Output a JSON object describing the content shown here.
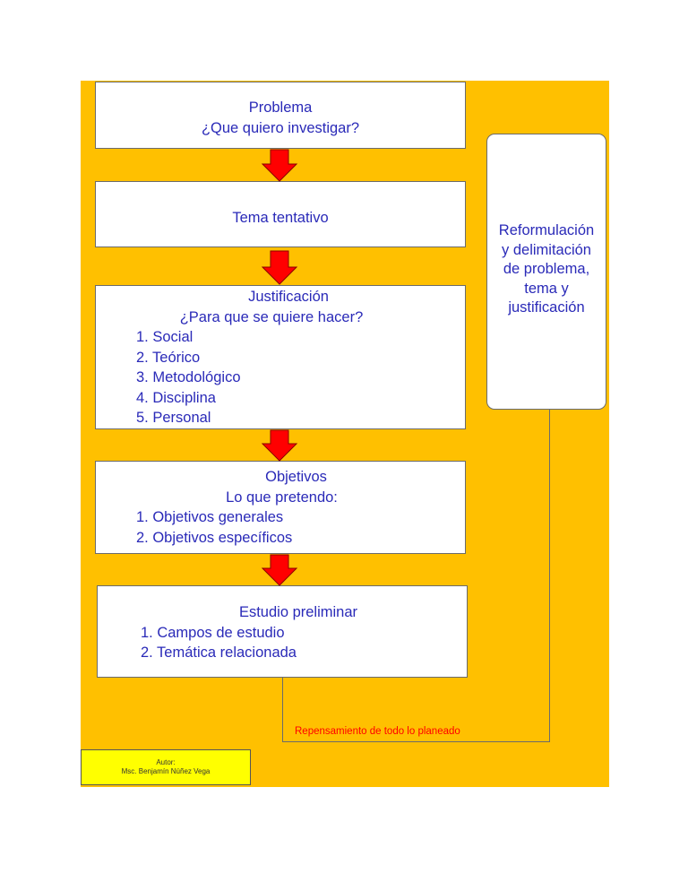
{
  "colors": {
    "background": "#FFC000",
    "arrow_fill": "#FF0000",
    "text": "#2A2AB8",
    "loop_text": "#FF0000",
    "author_bg": "#FFFF00"
  },
  "boxes": {
    "problema": {
      "title": "Problema",
      "subtitle": "¿Que quiero investigar?"
    },
    "tema": {
      "title": "Tema tentativo"
    },
    "justificacion": {
      "title": "Justificación",
      "subtitle": "¿Para que se quiere hacer?",
      "items": [
        "1. Social",
        "2. Teórico",
        "3. Metodológico",
        "4. Disciplina",
        "5. Personal"
      ]
    },
    "objetivos": {
      "title": "Objetivos",
      "subtitle": "Lo que pretendo:",
      "items": [
        "1. Objetivos generales",
        "2. Objetivos específicos"
      ]
    },
    "estudio": {
      "title": "Estudio preliminar",
      "items": [
        "1. Campos de estudio",
        "2. Temática relacionada"
      ]
    }
  },
  "side_box": {
    "lines": [
      "Reformulación",
      "y delimitación",
      "de problema,",
      "tema y",
      "justificación"
    ]
  },
  "loop_label": "Repensamiento de todo lo planeado",
  "author": {
    "label": "Autor:",
    "name": "Msc. Benjamín Núñez Vega"
  },
  "icons": {
    "flow_arrow": "down-arrow-icon"
  }
}
